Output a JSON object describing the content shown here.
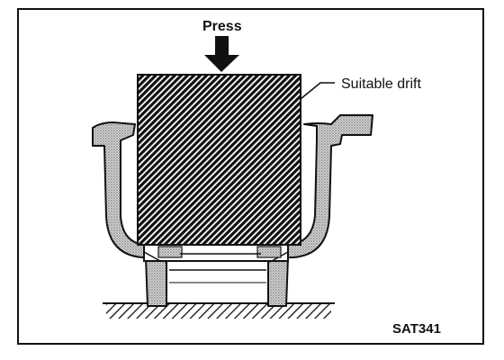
{
  "labels": {
    "press": "Press",
    "drift": "Suitable drift",
    "code": "SAT341"
  },
  "colors": {
    "ink": "#111111",
    "paper": "#ffffff",
    "stipple": "#b9b9b9"
  }
}
